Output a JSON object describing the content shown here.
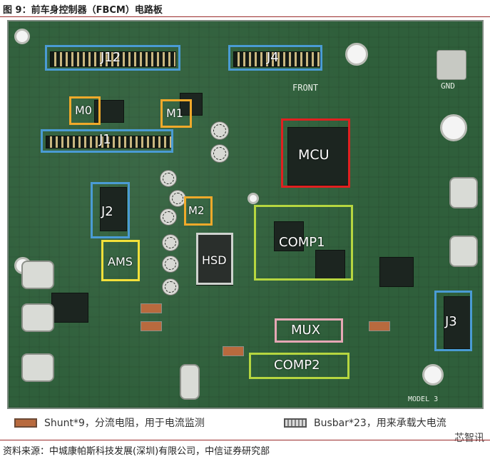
{
  "title": "图 9：前车身控制器（FBCM）电路板",
  "board_labels": {
    "j12": "J12",
    "j4": "J4",
    "m0": "M0",
    "m1": "M1",
    "j1": "J1",
    "mcu": "MCU",
    "j2": "J2",
    "m2": "M2",
    "comp1": "COMP1",
    "hsd": "HSD",
    "ams": "AMS",
    "j3": "J3",
    "mux": "MUX",
    "comp2": "COMP2"
  },
  "silkscreen": {
    "front": "FRONT",
    "gnd": "GND",
    "model": "MODEL 3"
  },
  "box_colors": {
    "blue": "#4a9bd4",
    "orange": "#f0a92a",
    "red": "#e02020",
    "yellow_green": "#b6d640",
    "gray": "#cfd3cf",
    "pink": "#e6a7b5",
    "yellow": "#f3e03a"
  },
  "legend": {
    "shunt_text": "Shunt*9，分流电阻，用于电流监测",
    "busbar_text": "Busbar*23，用来承载大电流"
  },
  "source": "资料来源：中城康帕斯科技发展(深圳)有限公司，中信证券研究部",
  "watermark": "芯智讯"
}
